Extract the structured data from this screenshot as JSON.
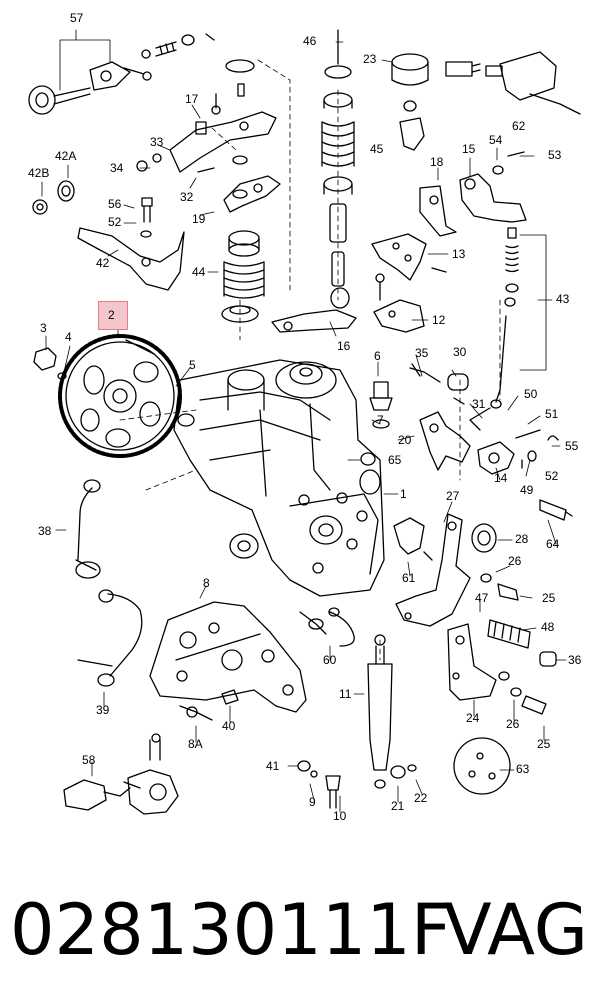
{
  "labels": [
    {
      "id": "57",
      "text": "57"
    },
    {
      "id": "46",
      "text": "46"
    },
    {
      "id": "23",
      "text": "23"
    },
    {
      "id": "62",
      "text": "62"
    },
    {
      "id": "17",
      "text": "17"
    },
    {
      "id": "45",
      "text": "45"
    },
    {
      "id": "33",
      "text": "33"
    },
    {
      "id": "34",
      "text": "34"
    },
    {
      "id": "32",
      "text": "32"
    },
    {
      "id": "42A",
      "text": "42A"
    },
    {
      "id": "42B",
      "text": "42B"
    },
    {
      "id": "54",
      "text": "54"
    },
    {
      "id": "15",
      "text": "15"
    },
    {
      "id": "18",
      "text": "18"
    },
    {
      "id": "53",
      "text": "53"
    },
    {
      "id": "56",
      "text": "56"
    },
    {
      "id": "52a",
      "text": "52"
    },
    {
      "id": "19",
      "text": "19"
    },
    {
      "id": "13",
      "text": "13"
    },
    {
      "id": "42",
      "text": "42"
    },
    {
      "id": "44",
      "text": "44"
    },
    {
      "id": "43",
      "text": "43"
    },
    {
      "id": "2",
      "text": "2"
    },
    {
      "id": "12",
      "text": "12"
    },
    {
      "id": "3",
      "text": "3"
    },
    {
      "id": "4",
      "text": "4"
    },
    {
      "id": "16",
      "text": "16"
    },
    {
      "id": "5",
      "text": "5"
    },
    {
      "id": "6",
      "text": "6"
    },
    {
      "id": "35",
      "text": "35"
    },
    {
      "id": "30",
      "text": "30"
    },
    {
      "id": "50",
      "text": "50"
    },
    {
      "id": "31",
      "text": "31"
    },
    {
      "id": "51",
      "text": "51"
    },
    {
      "id": "7",
      "text": "7"
    },
    {
      "id": "20",
      "text": "20"
    },
    {
      "id": "55",
      "text": "55"
    },
    {
      "id": "65",
      "text": "65"
    },
    {
      "id": "52b",
      "text": "52"
    },
    {
      "id": "14",
      "text": "14"
    },
    {
      "id": "49",
      "text": "49"
    },
    {
      "id": "1",
      "text": "1"
    },
    {
      "id": "27",
      "text": "27"
    },
    {
      "id": "64",
      "text": "64"
    },
    {
      "id": "38",
      "text": "38"
    },
    {
      "id": "28",
      "text": "28"
    },
    {
      "id": "61",
      "text": "61"
    },
    {
      "id": "26a",
      "text": "26"
    },
    {
      "id": "8",
      "text": "8"
    },
    {
      "id": "25a",
      "text": "25"
    },
    {
      "id": "47",
      "text": "47"
    },
    {
      "id": "48",
      "text": "48"
    },
    {
      "id": "60",
      "text": "60"
    },
    {
      "id": "36",
      "text": "36"
    },
    {
      "id": "11",
      "text": "11"
    },
    {
      "id": "39",
      "text": "39"
    },
    {
      "id": "40",
      "text": "40"
    },
    {
      "id": "24",
      "text": "24"
    },
    {
      "id": "26b",
      "text": "26"
    },
    {
      "id": "8A",
      "text": "8A"
    },
    {
      "id": "25b",
      "text": "25"
    },
    {
      "id": "58",
      "text": "58"
    },
    {
      "id": "41",
      "text": "41"
    },
    {
      "id": "63",
      "text": "63"
    },
    {
      "id": "22",
      "text": "22"
    },
    {
      "id": "9",
      "text": "9"
    },
    {
      "id": "21",
      "text": "21"
    },
    {
      "id": "10",
      "text": "10"
    }
  ],
  "footer": {
    "part_number": "028130111F",
    "brand": "VAG"
  },
  "colors": {
    "highlight_fill": "#f4c6cc",
    "highlight_border": "#e87a8a",
    "ink": "#000000"
  }
}
